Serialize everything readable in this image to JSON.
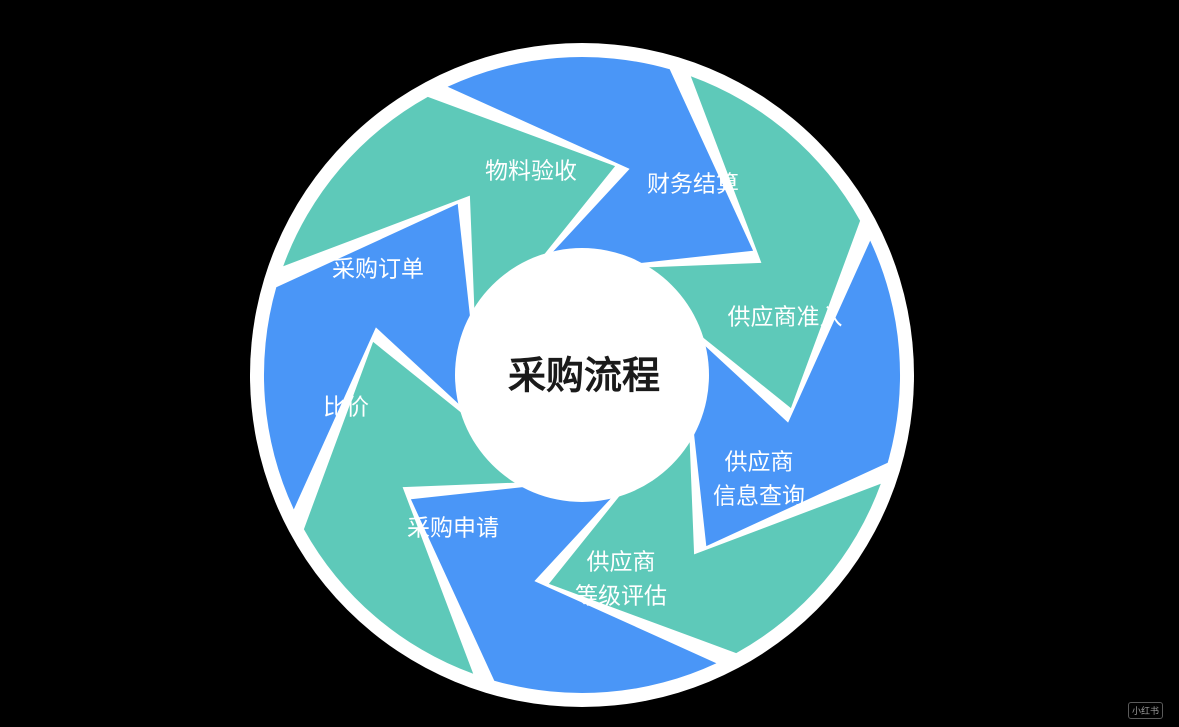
{
  "center_title": "采购流程",
  "colors": {
    "background": "#000000",
    "ring": "#ffffff",
    "blue": "#4a96f7",
    "teal": "#5ec9b9",
    "center_text": "#1a1a1a"
  },
  "segments": [
    {
      "color": "blue",
      "lines": [
        "物料验收"
      ]
    },
    {
      "color": "teal",
      "lines": [
        "财务结算"
      ]
    },
    {
      "color": "blue",
      "lines": [
        "供应商准入"
      ]
    },
    {
      "color": "teal",
      "lines": [
        "供应商",
        "信息查询"
      ]
    },
    {
      "color": "blue",
      "lines": [
        "供应商",
        "等级评估"
      ]
    },
    {
      "color": "teal",
      "lines": [
        "采购申请"
      ]
    },
    {
      "color": "blue",
      "lines": [
        "比价"
      ]
    },
    {
      "color": "teal",
      "lines": [
        "采购订单"
      ]
    }
  ],
  "watermark": "小红书"
}
